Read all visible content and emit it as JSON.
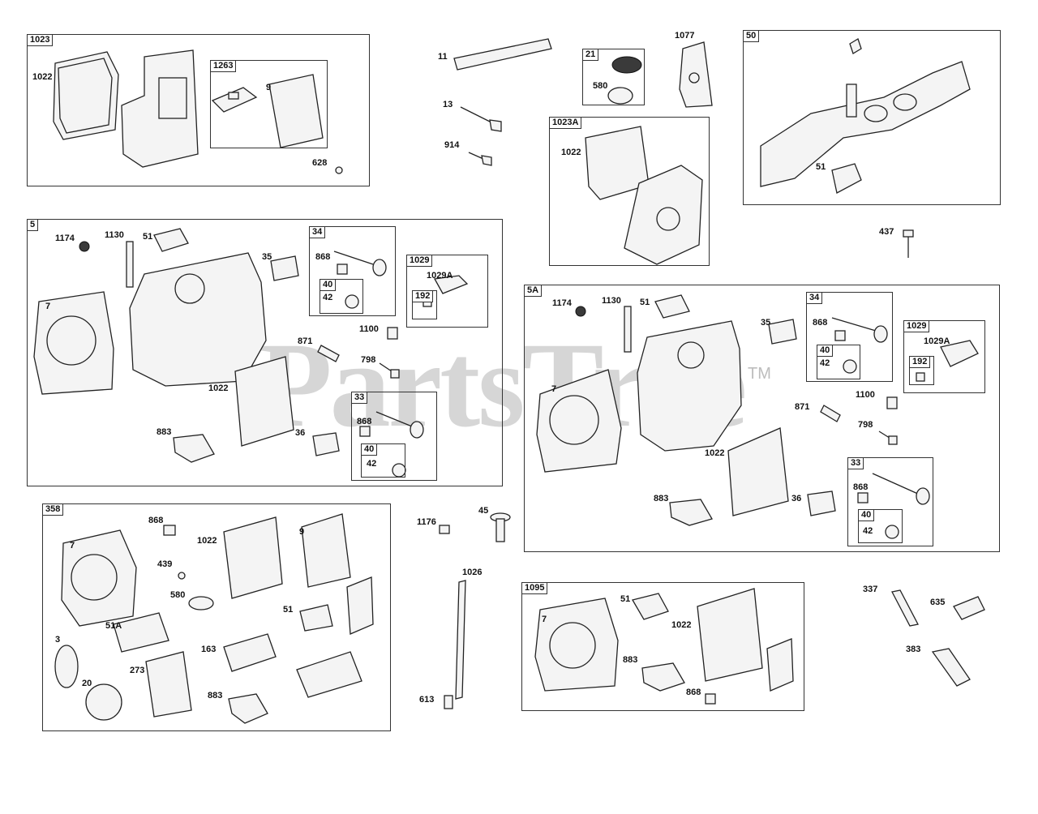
{
  "watermark": "PartsTree",
  "watermark_tm": "TM",
  "boxes": {
    "b1023": "1023",
    "b1263": "1263",
    "b21": "21",
    "b1023A": "1023A",
    "b50": "50",
    "b5": "5",
    "b34": "34",
    "b40a": "40",
    "b1029": "1029",
    "b192": "192",
    "b33": "33",
    "b40b": "40",
    "b5A": "5A",
    "b34b": "34",
    "b40c": "40",
    "b1029b": "1029",
    "b192b": "192",
    "b33b": "33",
    "b40d": "40",
    "b358": "358",
    "b1095": "1095"
  },
  "labels": {
    "l1022a": "1022",
    "l9a": "9",
    "l628": "628",
    "l11": "11",
    "l13": "13",
    "l914": "914",
    "l580a": "580",
    "l1077": "1077",
    "l1022b": "1022",
    "l51a": "51",
    "l437": "437",
    "l1174a": "1174",
    "l1130a": "1130",
    "l51b": "51",
    "l7a": "7",
    "l35a": "35",
    "l868a": "868",
    "l42a": "42",
    "l1029Aa": "1029A",
    "l1100a": "1100",
    "l871a": "871",
    "l798a": "798",
    "l1022c": "1022",
    "l868b": "868",
    "l42b": "42",
    "l883a": "883",
    "l36a": "36",
    "l1174b": "1174",
    "l1130b": "1130",
    "l51c": "51",
    "l35b": "35",
    "l868c": "868",
    "l42c": "42",
    "l1029Ab": "1029A",
    "l7b": "7",
    "l1100b": "1100",
    "l871b": "871",
    "l798b": "798",
    "l1022d": "1022",
    "l868d": "868",
    "l42d": "42",
    "l883b": "883",
    "l36b": "36",
    "l868e": "868",
    "l7c": "7",
    "l1022e": "1022",
    "l9b": "9",
    "l439": "439",
    "l580b": "580",
    "l51d": "51",
    "l3": "3",
    "l51A": "51A",
    "l163": "163",
    "l273": "273",
    "l20": "20",
    "l883c": "883",
    "l1176": "1176",
    "l45": "45",
    "l1026": "1026",
    "l613": "613",
    "l7d": "7",
    "l51e": "51",
    "l1022f": "1022",
    "l883d": "883",
    "l868f": "868",
    "l337": "337",
    "l635": "635",
    "l383": "383"
  }
}
